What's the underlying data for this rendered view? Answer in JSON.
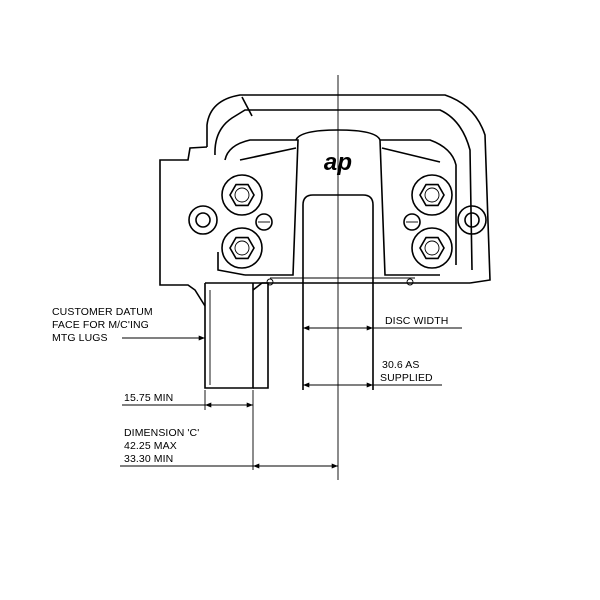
{
  "logo": {
    "text": "ap"
  },
  "annotations": {
    "datum_line1": "CUSTOMER DATUM",
    "datum_line2": "FACE FOR M/C'ING",
    "datum_line3": "MTG LUGS",
    "disc_width": "DISC WIDTH",
    "supplied_line1": "30.6 AS",
    "supplied_line2": "SUPPLIED",
    "min_1575": "15.75 MIN",
    "dimc_line1": "DIMENSION 'C'",
    "dimc_line2": "42.25 MAX",
    "dimc_line3": "33.30 MIN"
  }
}
